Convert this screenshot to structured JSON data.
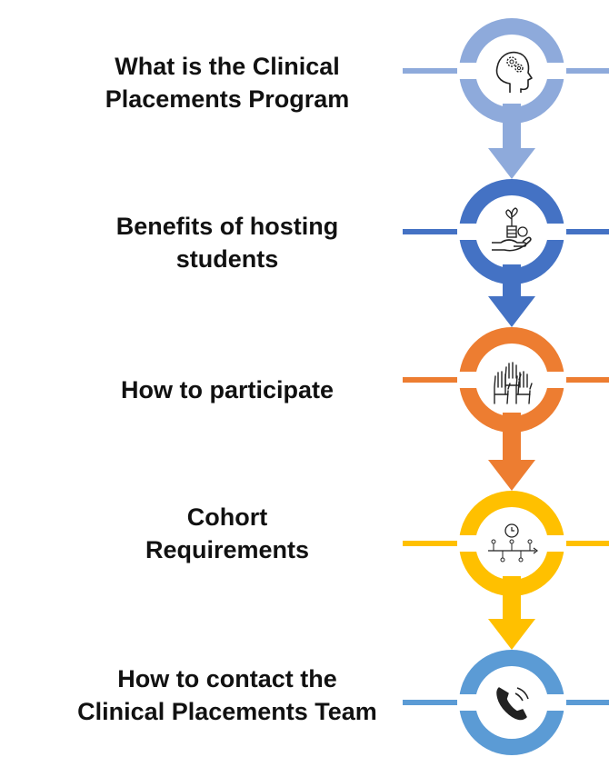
{
  "steps": [
    {
      "id": "step-1",
      "lines": [
        "What is the Clinical",
        "Placements Program"
      ],
      "color": "#8eaadb",
      "icon": "head-gears-icon"
    },
    {
      "id": "step-2",
      "lines": [
        "Benefits of hosting",
        "students"
      ],
      "color": "#4472c4",
      "icon": "hand-growth-money-icon"
    },
    {
      "id": "step-3",
      "lines": [
        "How to participate"
      ],
      "color": "#ed7d31",
      "icon": "raised-hands-icon"
    },
    {
      "id": "step-4",
      "lines": [
        "Cohort",
        "Requirements"
      ],
      "color": "#ffc000",
      "icon": "timeline-clock-icon"
    },
    {
      "id": "step-5",
      "lines": [
        "How to contact the",
        "Clinical Placements Team"
      ],
      "color": "#5b9bd5",
      "icon": "phone-icon"
    }
  ],
  "arrows": [
    {
      "from": "step-1",
      "to": "step-2",
      "color": "#8eaadb"
    },
    {
      "from": "step-2",
      "to": "step-3",
      "color": "#4472c4"
    },
    {
      "from": "step-3",
      "to": "step-4",
      "color": "#ed7d31"
    },
    {
      "from": "step-4",
      "to": "step-5",
      "color": "#ffc000"
    }
  ]
}
